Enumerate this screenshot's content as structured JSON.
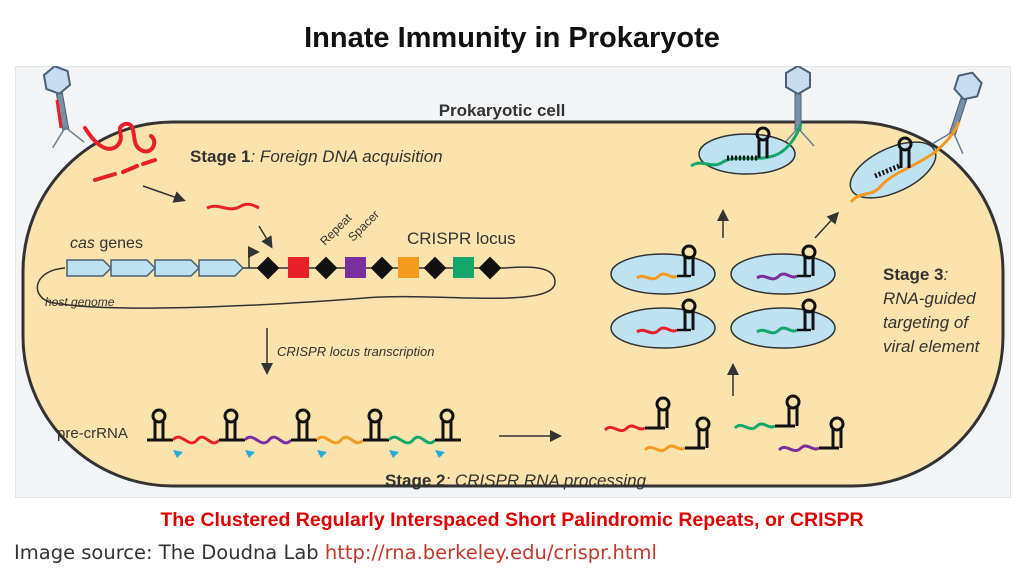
{
  "title": "Innate Immunity in Prokaryote",
  "diagram": {
    "cell_label": "Prokaryotic cell",
    "stage1": {
      "label": "Stage 1",
      "text": ": Foreign DNA acquisition"
    },
    "stage2": {
      "label": "Stage 2",
      "text": ": CRISPR RNA processing"
    },
    "stage3": {
      "label": "Stage 3",
      "line1": ":",
      "line2": "RNA-guided",
      "line3": "targeting of",
      "line4": "viral element"
    },
    "cas_genes": {
      "italic": "cas",
      "rest": " genes"
    },
    "host_genome": "host genome",
    "crispr_locus": "CRISPR locus",
    "repeat": "Repeat",
    "spacer": "Spacer",
    "transcription": "CRISPR locus transcription",
    "pre_crrna": "pre-crRNA",
    "colors": {
      "cell_fill": "#fbe3ad",
      "red": "#e8202a",
      "purple": "#7b2ea0",
      "orange": "#f49b1f",
      "green": "#12a66a",
      "light_blue": "#bfe2f2",
      "cyan": "#27a9d8"
    }
  },
  "caption": "The Clustered Regularly Interspaced Short Palindromic Repeats, or CRISPR",
  "source": {
    "prefix": "Image source: The Doudna Lab ",
    "url": "http://rna.berkeley.edu/crispr.html"
  }
}
